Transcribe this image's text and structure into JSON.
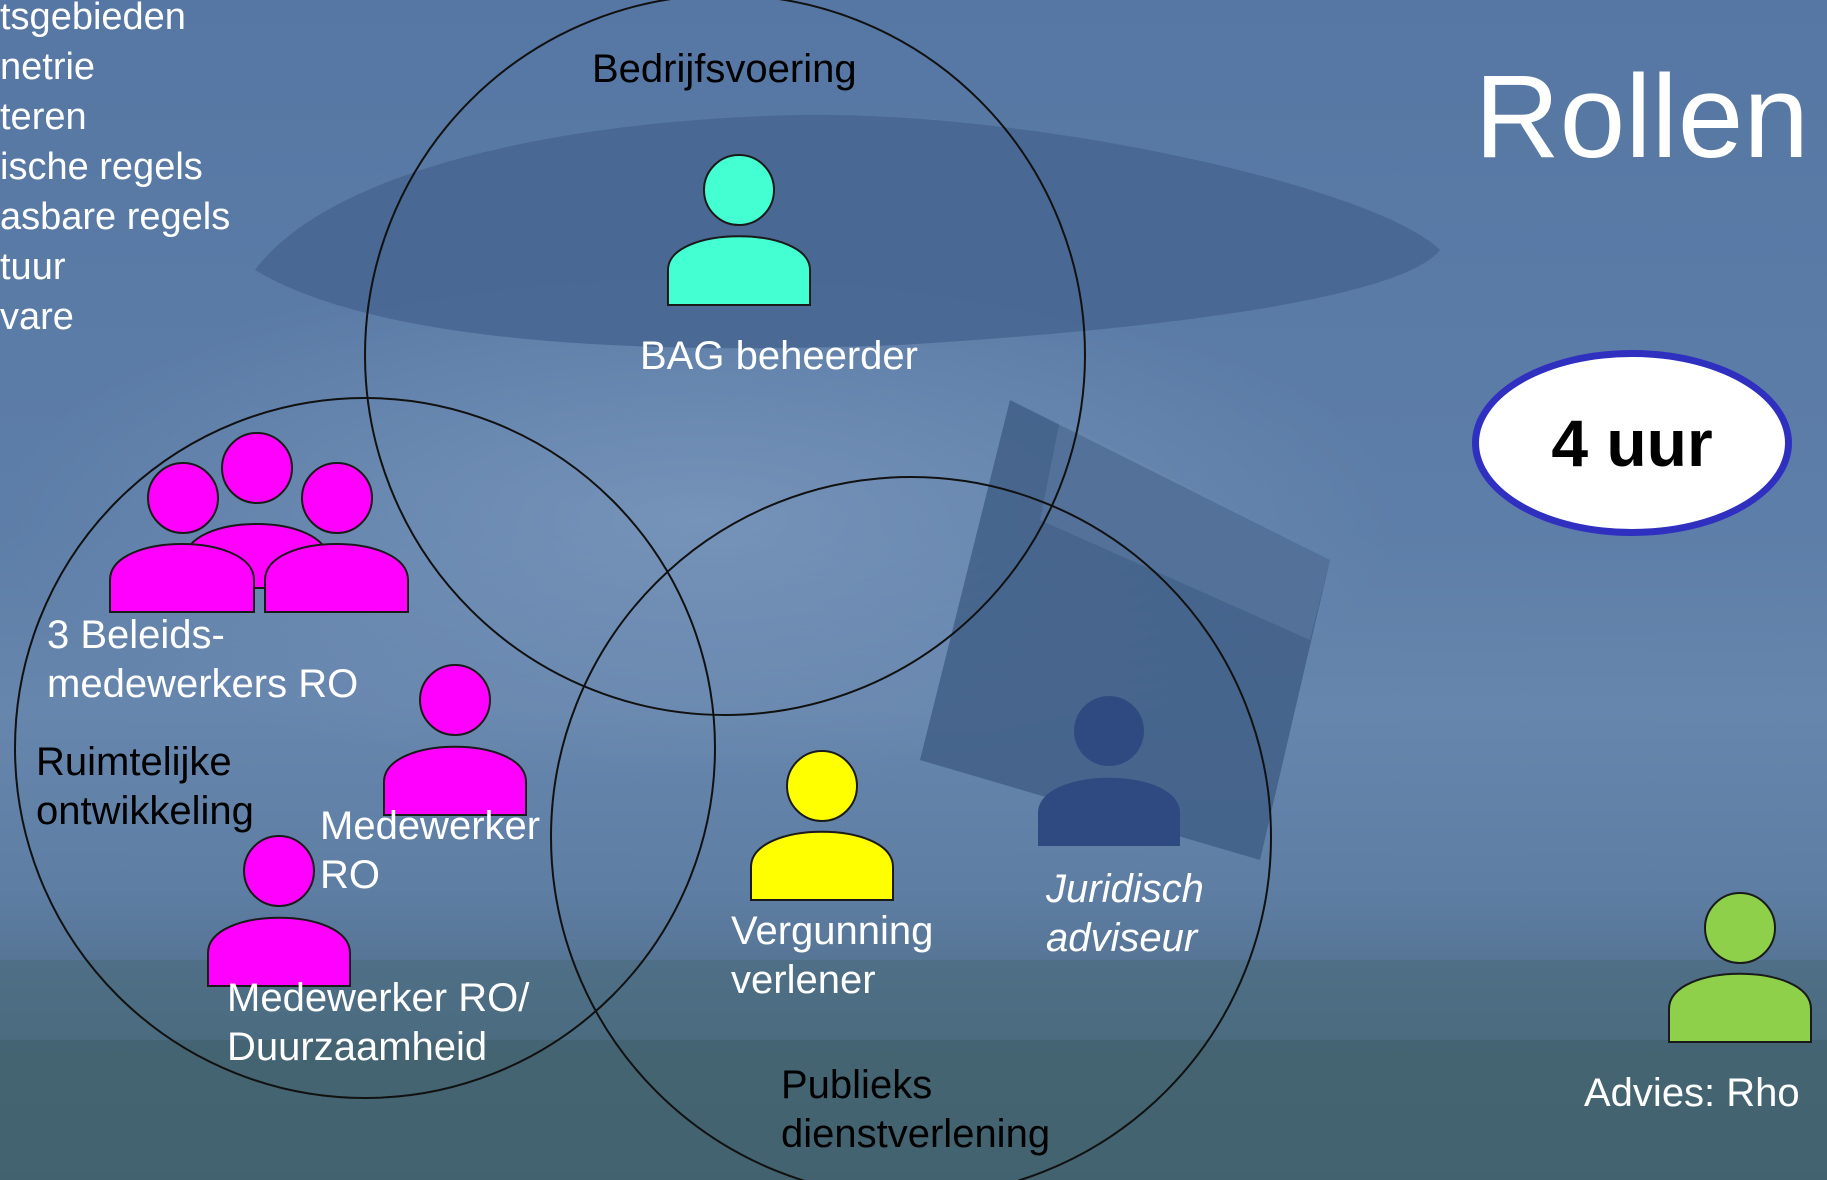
{
  "colors": {
    "background": "#5a7ba6",
    "circle_stroke": "#111111",
    "bag_person": "#44ffd2",
    "ro_person": "#ff00ff",
    "vergunning_person": "#ffff00",
    "juridisch_person": "#2f4a80",
    "advies_person": "#8ed04a",
    "badge_border": "#2f2fc0"
  },
  "bullets": [
    "tsgebieden",
    "netrie",
    "teren",
    "ische regels",
    "asbare regels",
    "tuur",
    "vare"
  ],
  "title": "Rollen",
  "badge": "4 uur",
  "circles": {
    "top": "Bedrijfsvoering",
    "left_line1": "Ruimtelijke",
    "left_line2": "ontwikkeling",
    "right_line1": "Publieks",
    "right_line2": "dienstverlening"
  },
  "roles": {
    "bag": "BAG beheerder",
    "beleid_line1": "3 Beleids-",
    "beleid_line2": "medewerkers RO",
    "medewerker_ro_line1": "Medewerker",
    "medewerker_ro_line2": "RO",
    "duurzaam_line1": "Medewerker RO/",
    "duurzaam_line2": "Duurzaamheid",
    "vergunning_line1": "Vergunning",
    "vergunning_line2": "verlener",
    "juridisch_line1": "Juridisch",
    "juridisch_line2": "adviseur",
    "advies": "Advies: Rho"
  }
}
